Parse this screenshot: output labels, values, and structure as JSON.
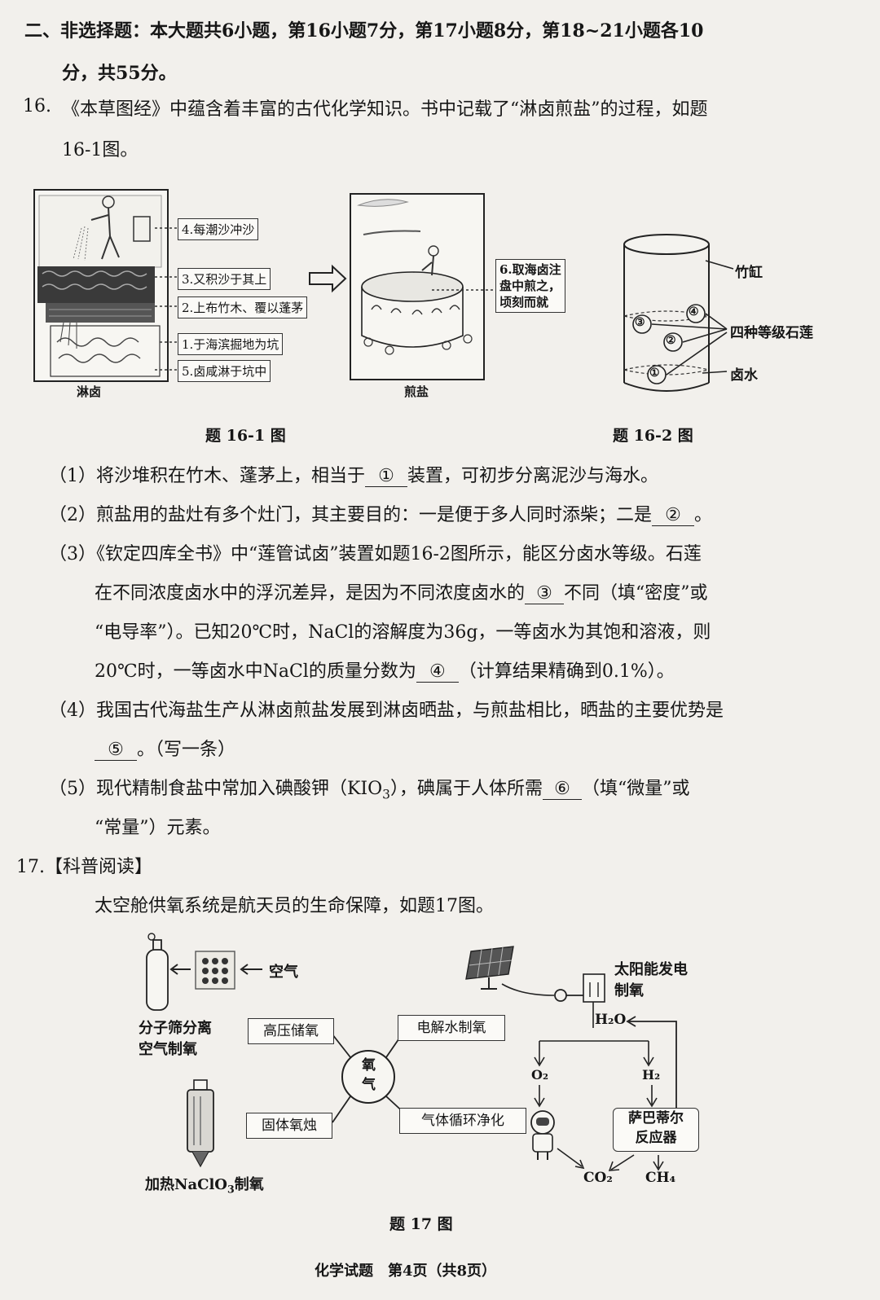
{
  "section_heading": {
    "line1": "二、非选择题：本大题共6小题，第16小题7分，第17小题8分，第18~21小题各10",
    "line2": "分，共55分。"
  },
  "q16": {
    "number": "16.",
    "stem_line1": "《本草图经》中蕴含着丰富的古代化学知识。书中记载了“淋卤煎盐”的过程，如题",
    "stem_line2": "16-1图。",
    "figure1": {
      "labels": [
        "4.每潮沙冲沙",
        "3.又积沙于其上",
        "2.上布竹木、覆以蓬茅",
        "1.于海滨掘地为坑",
        "5.卤咸淋于坑中"
      ],
      "label6": [
        "6.取海卤注",
        "盘中煎之，",
        "顷刻而就"
      ],
      "panel_left": "淋卤",
      "panel_right": "煎盐",
      "caption": "题 16-1 图"
    },
    "figure2": {
      "labels": {
        "tube": "竹缸",
        "stones": "四种等级石莲",
        "brine": "卤水"
      },
      "markers": [
        "①",
        "②",
        "③",
        "④"
      ],
      "caption": "题 16-2 图"
    },
    "parts": [
      {
        "pre": "（1）将沙堆积在竹木、蓬茅上，相当于",
        "blank": "①",
        "post": "装置，可初步分离泥沙与海水。"
      },
      {
        "pre": "（2）煎盐用的盐灶有多个灶门，其主要目的：一是便于多人同时添柴；二是",
        "blank": "②",
        "post": "。"
      }
    ],
    "part3": {
      "line1": "（3）《钦定四库全书》中“莲管试卤”装置如题16-2图所示，能区分卤水等级。石莲",
      "line2_pre": "在不同浓度卤水中的浮沉差异，是因为不同浓度卤水的",
      "blank3": "③",
      "line2_post": "不同（填“密度”或",
      "line3": "“电导率”）。已知20℃时，NaCl的溶解度为36g，一等卤水为其饱和溶液，则",
      "line4_pre": "20℃时，一等卤水中NaCl的质量分数为",
      "blank4": "④",
      "line4_post": "（计算结果精确到0.1%）。"
    },
    "part4": {
      "line1": "（4）我国古代海盐生产从淋卤煎盐发展到淋卤晒盐，与煎盐相比，晒盐的主要优势是",
      "blank5": "⑤",
      "line2_post": "。（写一条）"
    },
    "part5": {
      "line1_pre": "（5）现代精制食盐中常加入碘酸钾（KIO",
      "line1_sub": "3",
      "line1_mid": "），碘属于人体所需",
      "blank6": "⑥",
      "line1_post": "（填“微量”或",
      "line2": "“常量”）元素。"
    }
  },
  "q17": {
    "number": "17.",
    "title": "【科普阅读】",
    "stem": "太空舱供氧系统是航天员的生命保障，如题17图。",
    "figure": {
      "air": "空气",
      "sieve": [
        "分子筛分离",
        "空气制氧"
      ],
      "heat_pre": "加热NaClO",
      "heat_sub": "3",
      "heat_post": "制氧",
      "center": [
        "氧",
        "气"
      ],
      "boxes": [
        "高压储氧",
        "电解水制氧",
        "固体氧烛",
        "气体循环净化"
      ],
      "solar": [
        "太阳能发电",
        "制氧"
      ],
      "h2o": "H₂O",
      "o2": "O₂",
      "h2": "H₂",
      "reactor": [
        "萨巴蒂尔",
        "反应器"
      ],
      "co2": "CO₂",
      "ch4": "CH₄",
      "caption": "题 17 图"
    }
  },
  "footer": "化学试题　第4页（共8页）"
}
